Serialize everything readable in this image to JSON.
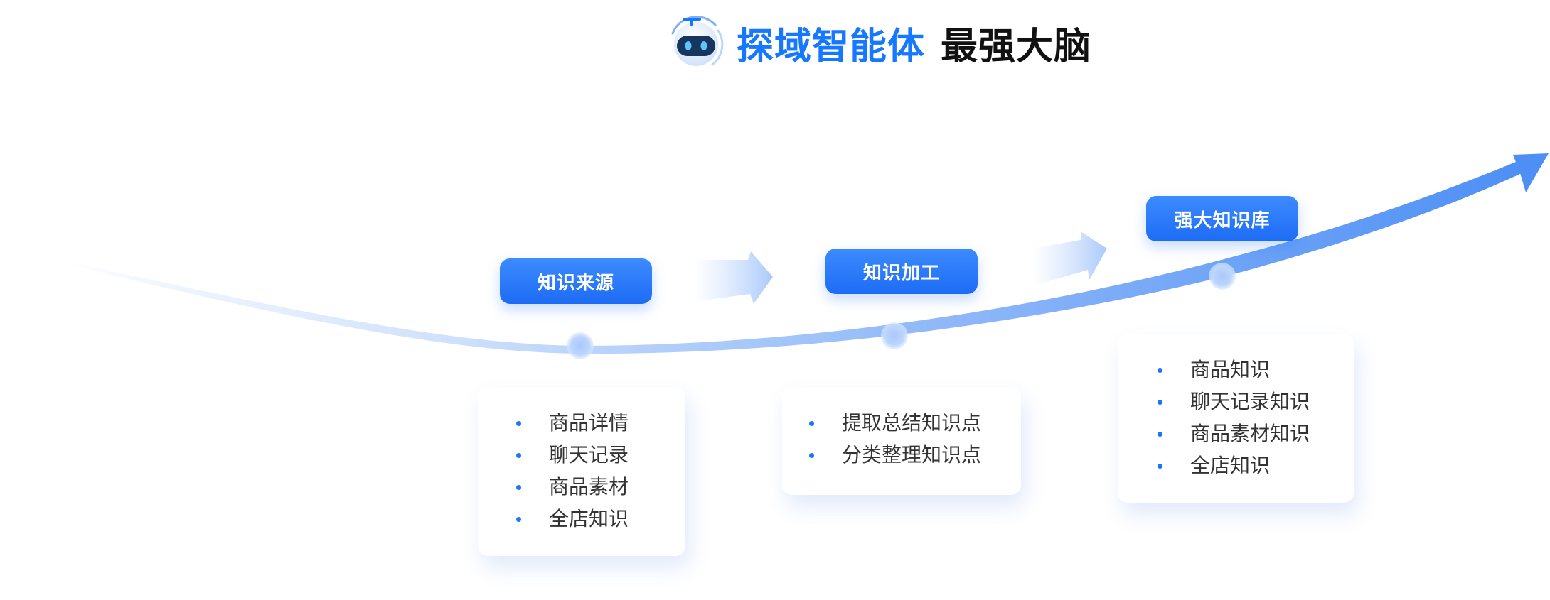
{
  "header": {
    "brand_title": "探域智能体",
    "title_suffix": "最强大脑",
    "logo_icon": "robot-icon"
  },
  "colors": {
    "accent": "#1677ff",
    "curve_end": "#4d8ff5",
    "badge_top": "#3d8bff",
    "badge_bottom": "#1d6cf5",
    "text": "#333333"
  },
  "stages": [
    {
      "label": "知识来源",
      "items": [
        "商品详情",
        "聊天记录",
        "商品素材",
        "全店知识"
      ]
    },
    {
      "label": "知识加工",
      "items": [
        "提取总结知识点",
        "分类整理知识点"
      ]
    },
    {
      "label": "强大知识库",
      "items": [
        "商品知识",
        "聊天记录知识",
        "商品素材知识",
        "全店知识"
      ]
    }
  ]
}
